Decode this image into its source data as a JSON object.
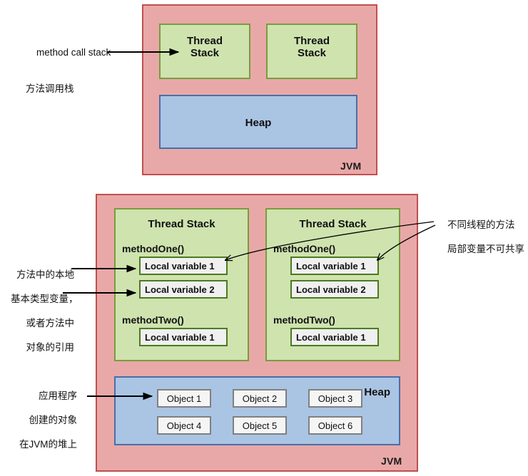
{
  "diagram": {
    "title": "JVM memory model: thread stacks and heap",
    "colors": {
      "jvm_fill": "#e9a8a8",
      "jvm_border": "#c0504d",
      "stack_fill": "#cfe3af",
      "stack_border": "#7a9c3f",
      "heap_fill": "#aac4e4",
      "heap_border": "#4a6fa5",
      "localvar_fill": "#f0f0f0",
      "localvar_border": "#4c7a20",
      "object_fill": "#f5f5f5",
      "object_border": "#808080",
      "arrow": "#000000",
      "text": "#111111"
    }
  },
  "top_diagram": {
    "jvm_label": "JVM",
    "stacks": [
      {
        "line1": "Thread",
        "line2": "Stack"
      },
      {
        "line1": "Thread",
        "line2": "Stack"
      }
    ],
    "heap_label": "Heap",
    "annotation": {
      "line1": "method call stack",
      "line2": "方法调用栈"
    }
  },
  "bottom_diagram": {
    "jvm_label": "JVM",
    "heap_label": "Heap",
    "stacks": [
      {
        "title": "Thread Stack",
        "methods": [
          {
            "name": "methodOne()",
            "locals": [
              "Local variable 1",
              "Local variable 2"
            ]
          },
          {
            "name": "methodTwo()",
            "locals": [
              "Local variable 1"
            ]
          }
        ]
      },
      {
        "title": "Thread Stack",
        "methods": [
          {
            "name": "methodOne()",
            "locals": [
              "Local variable 1",
              "Local variable 2"
            ]
          },
          {
            "name": "methodTwo()",
            "locals": [
              "Local variable 1"
            ]
          }
        ]
      }
    ],
    "objects_row1": [
      "Object 1",
      "Object 2",
      "Object 3"
    ],
    "objects_row2": [
      "Object 4",
      "Object 5",
      "Object 6"
    ],
    "annotation_left": {
      "line1": "方法中的本地",
      "line2": "基本类型变量，",
      "line3": "或者方法中",
      "line4": "对象的引用"
    },
    "annotation_right": {
      "line1": "不同线程的方法",
      "line2": "局部变量不可共享"
    },
    "annotation_heap": {
      "line1": "应用程序",
      "line2": "创建的对象",
      "line3": "在JVM的堆上"
    }
  }
}
